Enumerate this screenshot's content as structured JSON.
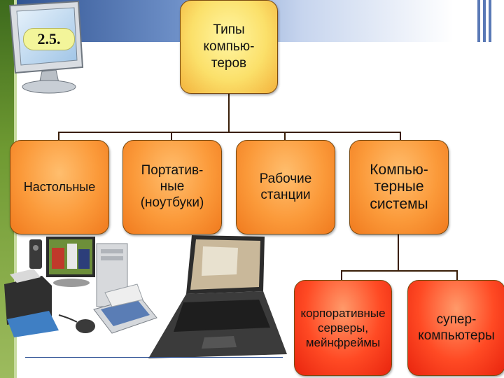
{
  "slide": {
    "number": "2.5."
  },
  "diagram": {
    "root": {
      "label_lines": [
        "Типы",
        "компью-",
        "теров"
      ]
    },
    "categories": [
      {
        "id": "desktop",
        "label_lines": [
          "Настольные"
        ]
      },
      {
        "id": "portable",
        "label_lines": [
          "Портатив-",
          "ные",
          "(ноутбуки)"
        ]
      },
      {
        "id": "workstations",
        "label_lines": [
          "Рабочие",
          "станции"
        ]
      },
      {
        "id": "systems",
        "label_lines": [
          "Компью-",
          "терные",
          "системы"
        ]
      }
    ],
    "subcategories": [
      {
        "id": "corporate",
        "label_lines": [
          "корпоративные",
          "серверы,",
          "мейнфреймы"
        ]
      },
      {
        "id": "super",
        "label_lines": [
          "супер-",
          "компьютеры"
        ]
      }
    ]
  },
  "colors": {
    "root": "#fbe06a",
    "category": "#fb9a3a",
    "subcategory": "#ff4a24",
    "connector": "#3a1e08"
  }
}
